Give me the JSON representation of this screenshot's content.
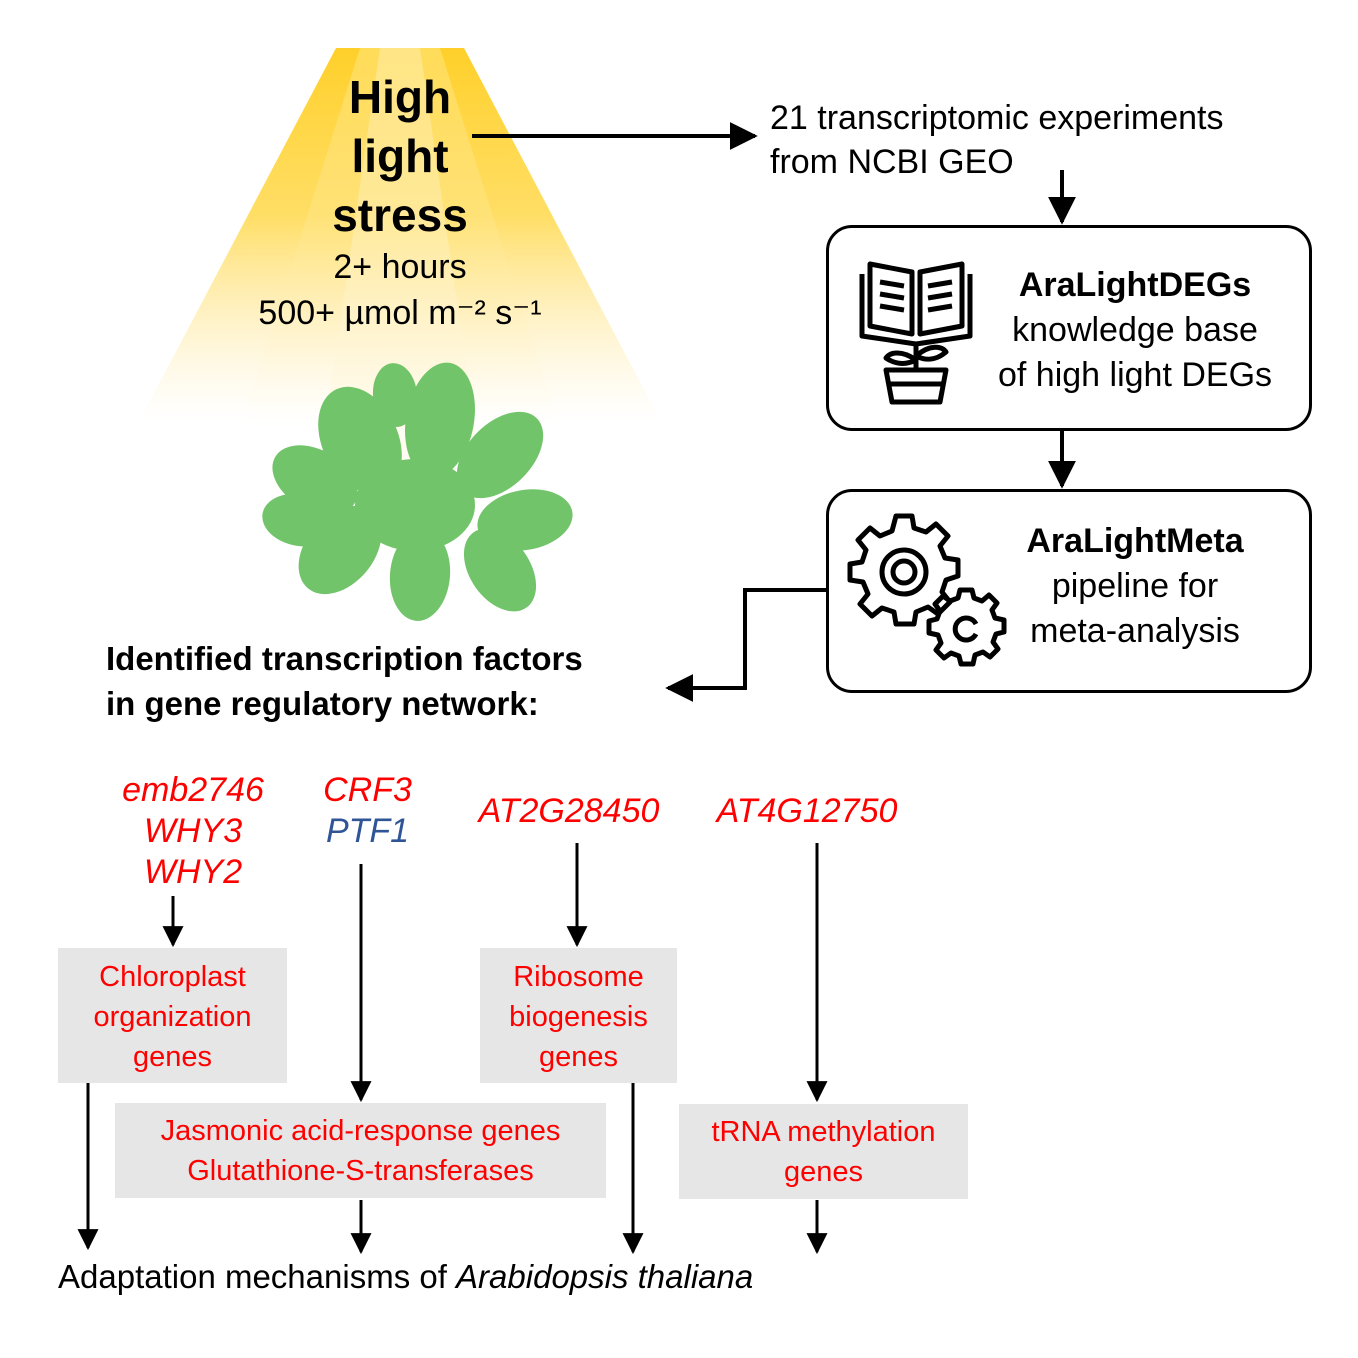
{
  "stress": {
    "title_line1": "High",
    "title_line2": "light",
    "title_line3": "stress",
    "duration": "2+ hours",
    "intensity": "500+ µmol m⁻² s⁻¹"
  },
  "source": {
    "line1": "21 transcriptomic experiments",
    "line2": "from NCBI GEO"
  },
  "knowledge_box": {
    "name": "AraLightDEGs",
    "line2": "knowledge base",
    "line3": "of high light DEGs",
    "icon": "book-plant-icon"
  },
  "pipeline_box": {
    "name": "AraLightMeta",
    "line2": "pipeline for",
    "line3": "meta-analysis",
    "icon": "gears-icon"
  },
  "heading": {
    "line1": "Identified transcription factors",
    "line2": "in gene regulatory network:"
  },
  "transcription_factors": {
    "group1": [
      "emb2746",
      "WHY3",
      "WHY2"
    ],
    "group2": [
      "CRF3",
      "PTF1"
    ],
    "group3": "AT2G28450",
    "group4": "AT4G12750"
  },
  "gene_sets": {
    "chloroplast": [
      "Chloroplast",
      "organization",
      "genes"
    ],
    "ribosome": [
      "Ribosome",
      "biogenesis",
      "genes"
    ],
    "jasmonic": [
      "Jasmonic acid-response genes",
      "Glutathione-S-transferases"
    ],
    "trna": [
      "tRNA methylation",
      "genes"
    ]
  },
  "footer": {
    "prefix": "Adaptation mechanisms of ",
    "species": "Arabidopsis thaliana"
  },
  "colors": {
    "red": "#ff0000",
    "blue": "#2f5597",
    "gray_box": "#e6e6e6",
    "light_yellow": "#ffd84a",
    "plant_green": "#72c46a"
  }
}
